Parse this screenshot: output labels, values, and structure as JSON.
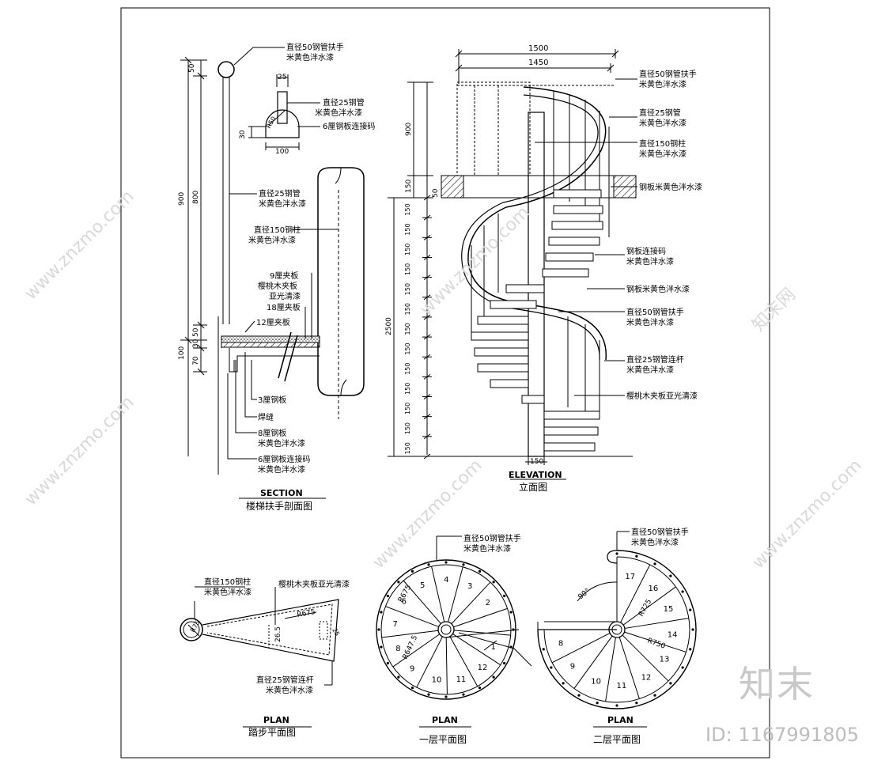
{
  "watermark_text": "www.znzmo.com",
  "watermark_logo": "知末网",
  "logo_mark": "知末",
  "id_label": "ID: 1167991805",
  "section": {
    "title_en": "SECTION",
    "title_cn": "楼梯扶手剖面图",
    "dims_left": [
      "50",
      "900",
      "800",
      "50",
      "100",
      "30",
      "70"
    ],
    "dim_top": "25",
    "dim_30": "30",
    "dim_100": "100",
    "dim_r": "R50",
    "notes": [
      [
        "直径50钢管扶手",
        "米黄色泮水漆"
      ],
      [
        "直径25钢管",
        "米黄色泮水漆"
      ],
      [
        "6厘钢板连接码"
      ],
      [
        "直径25钢管",
        "米黄色泮水漆"
      ],
      [
        "直径150钢柱",
        "米黄色泮水漆"
      ],
      [
        "9厘夹板",
        "樱桃木夹板",
        "亚光清漆"
      ],
      [
        "18厘夹板"
      ],
      [
        "12厘夹板"
      ],
      [
        "3厘钢板"
      ],
      [
        "焊缝"
      ],
      [
        "8厘钢板",
        "米黄色泮水漆"
      ],
      [
        "6厘钢板连接码",
        "米黄色泮水漆"
      ]
    ]
  },
  "elevation": {
    "title_en": "ELEVATION",
    "title_cn": "立面图",
    "dim_1500": "1500",
    "dim_1450": "1450",
    "dim_900": "900",
    "dim_150a": "150",
    "dim_50": "50",
    "dim_2500": "2500",
    "step_dim": "150",
    "dim_bottom": "150",
    "notes": [
      [
        "直径50钢管扶手",
        "米黄色泮水漆"
      ],
      [
        "直径25钢管",
        "米黄色泮水漆"
      ],
      [
        "直径150钢柱",
        "米黄色泮水漆"
      ],
      [
        "钢板米黄色泮水漆"
      ],
      [
        "钢板连接码",
        "米黄色泮水漆"
      ],
      [
        "钢板米黄色泮水漆"
      ],
      [
        "直径50钢管扶手",
        "米黄色泮水漆"
      ],
      [
        "直径25钢管连杆",
        "米黄色泮水漆"
      ],
      [
        "樱桃木夹板亚光清漆"
      ]
    ]
  },
  "plan_tread": {
    "title_en": "PLAN",
    "title_cn": "踏步平面图",
    "notes": [
      [
        "直径150钢柱",
        "米黄色泮水漆"
      ],
      [
        "樱桃木夹板亚光清漆"
      ],
      [
        "直径25钢管连杆",
        "米黄色泮水漆"
      ]
    ],
    "dim_r75": "R75",
    "dim_r675": "R675",
    "dim_265": "26.5",
    "dim_25": "25"
  },
  "plan_1f": {
    "title_en": "PLAN",
    "title_cn": "一层平面图",
    "notes": [
      [
        "直径50钢管扶手",
        "米黄色泮水漆"
      ]
    ],
    "steps": [
      "1",
      "2",
      "3",
      "4",
      "5",
      "6",
      "7",
      "8",
      "9",
      "10",
      "11",
      "12"
    ],
    "dim_r675": "R675",
    "dim_r6475": "R647.5"
  },
  "plan_2f": {
    "title_en": "PLAN",
    "title_cn": "二层平面图",
    "notes": [
      [
        "直径50钢管扶手",
        "米黄色泮水漆"
      ]
    ],
    "steps": [
      "8",
      "9",
      "10",
      "11",
      "12",
      "13",
      "14",
      "15",
      "16",
      "17"
    ],
    "dim_90": "90°",
    "dim_r725": "R725",
    "dim_r750": "R750"
  }
}
